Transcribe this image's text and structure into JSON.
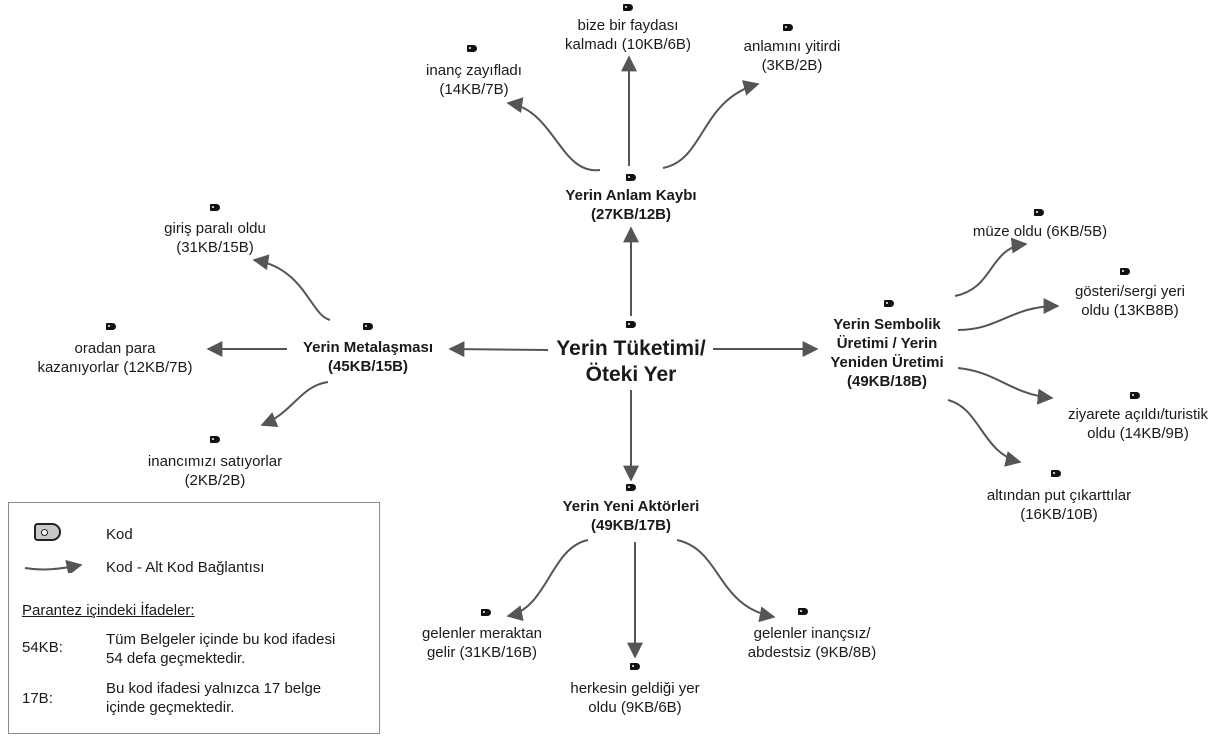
{
  "center": {
    "line1": "Yerin Tüketimi/",
    "line2": "Öteki Yer"
  },
  "themes": {
    "anlam_kaybi": {
      "line1": "Yerin Anlam Kaybı",
      "line2": "(27KB/12B)"
    },
    "metalasmasi": {
      "line1": "Yerin Metalaşması",
      "line2": "(45KB/15B)"
    },
    "sembolik": {
      "line1": "Yerin Sembolik",
      "line2": "Üretimi / Yerin",
      "line3": "Yeniden Üretimi",
      "line4": "(49KB/18B)"
    },
    "yeni_aktorler": {
      "line1": "Yerin Yeni Aktörleri",
      "line2": "(49KB/17B)"
    }
  },
  "subcodes": {
    "bize_bir": {
      "line1": "bize bir faydası",
      "line2": "kalmadı (10KB/6B)"
    },
    "anlamini": {
      "line1": "anlamını yitirdi",
      "line2": "(3KB/2B)"
    },
    "inanc_zayif": {
      "line1": "inanç zayıfladı",
      "line2": "(14KB/7B)"
    },
    "giris_parali": {
      "line1": "giriş paralı oldu",
      "line2": "(31KB/15B)"
    },
    "oradan_para": {
      "line1": "oradan para",
      "line2": "kazanıyorlar (12KB/7B)"
    },
    "inancimizi": {
      "line1": "inancımızı satıyorlar",
      "line2": "(2KB/2B)"
    },
    "muze": {
      "line1": "müze oldu (6KB/5B)"
    },
    "gosteri": {
      "line1": "gösteri/sergi yeri",
      "line2": "oldu (13KB8B)"
    },
    "ziyarete": {
      "line1": "ziyarete açıldı/turistik",
      "line2": "oldu (14KB/9B)"
    },
    "altindan": {
      "line1": "altından put çıkarttılar",
      "line2": "(16KB/10B)"
    },
    "meraktan": {
      "line1": "gelenler meraktan",
      "line2": "gelir (31KB/16B)"
    },
    "herkesin": {
      "line1": "herkesin geldiği yer",
      "line2": "oldu (9KB/6B)"
    },
    "inancsiz": {
      "line1": "gelenler inançsız/",
      "line2": "abdestsiz (9KB/8B)"
    }
  },
  "legend": {
    "kod": "Kod",
    "baglanti": "Kod - Alt Kod Bağlantısı",
    "heading": "Parantez içindeki İfadeler:",
    "kb_key": "54KB:",
    "kb_desc1": "Tüm Belgeler içinde bu kod ifadesi",
    "kb_desc2": "54 defa geçmektedir.",
    "b_key": "17B:",
    "b_desc1": "Bu kod ifadesi yalnızca 17 belge",
    "b_desc2": "içinde geçmektedir."
  },
  "colors": {
    "text": "#1a1a1a",
    "edge": "#555555",
    "icon": "#111111",
    "legend_border": "#8a8a8a"
  }
}
